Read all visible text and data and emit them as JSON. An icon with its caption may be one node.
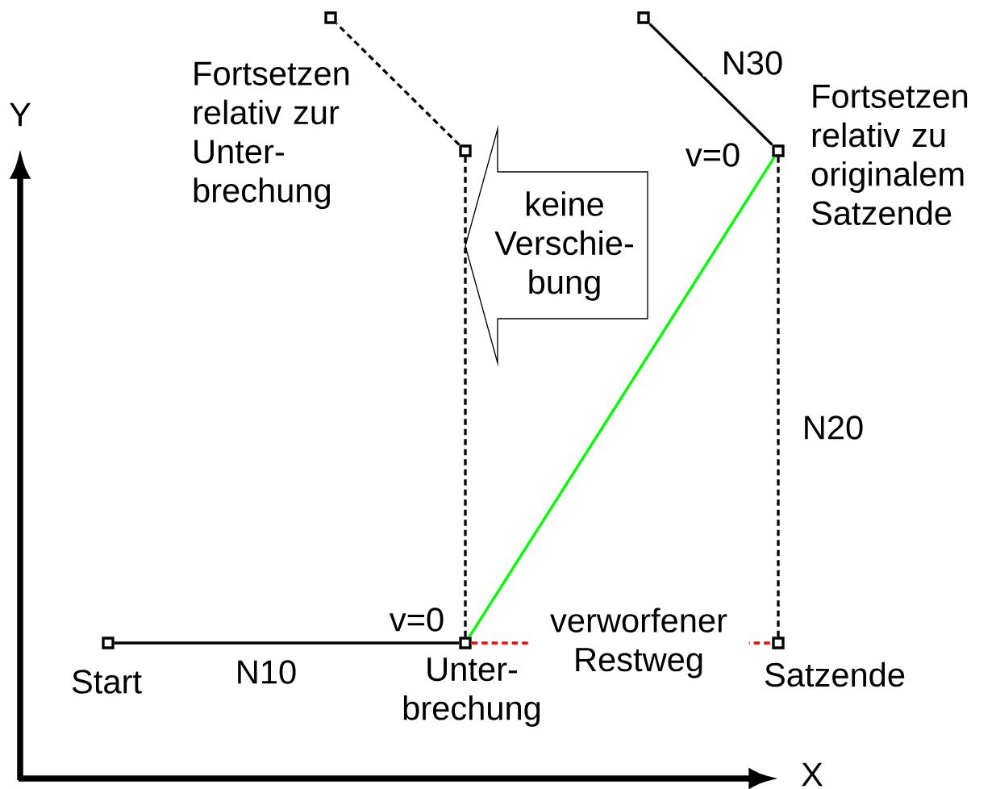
{
  "diagram": {
    "nodes": [
      {
        "text": [],
        "shape": "box",
        "beside": [
          "Start"
        ]
      },
      {
        "text": [],
        "shape": "box",
        "beside": [
          "v=0",
          "Unter- brechung"
        ]
      },
      {
        "text": [],
        "shape": "box",
        "beside": [
          "Satzende"
        ]
      },
      {
        "text": [],
        "shape": "box",
        "beside": [
          "v=0",
          "Fortsetzen relativ zu originalem Satzende"
        ]
      },
      {
        "text": [],
        "shape": "box"
      },
      {
        "text": [],
        "shape": "box"
      },
      {
        "text": [],
        "shape": "box"
      },
      {
        "text": [
          "keine Verschie- bung"
        ]
      }
    ],
    "edges": [
      {
        "from": 0,
        "to": 1,
        "arrow": "none",
        "label": "N10"
      },
      {
        "from": 1,
        "to": 2,
        "arrow": "none",
        "label": "verworfener Restweg",
        "style": "dashed",
        "color": "#ff0000"
      },
      {
        "from": 1,
        "to": 3,
        "arrow": "none",
        "color": "#00ff00"
      },
      {
        "from": 2,
        "to": 3,
        "arrow": "none",
        "label": "N20",
        "style": "dashed"
      },
      {
        "from": 1,
        "to": 5,
        "arrow": "none",
        "style": "dashed"
      },
      {
        "from": 5,
        "to": 4,
        "arrow": "none",
        "style": "dashed"
      },
      {
        "from": 3,
        "to": 6,
        "arrow": "none",
        "label": "N30"
      }
    ],
    "labels": [
      "Fortsetzen relativ zur Unter- brechung",
      "Y",
      "X"
    ]
  }
}
